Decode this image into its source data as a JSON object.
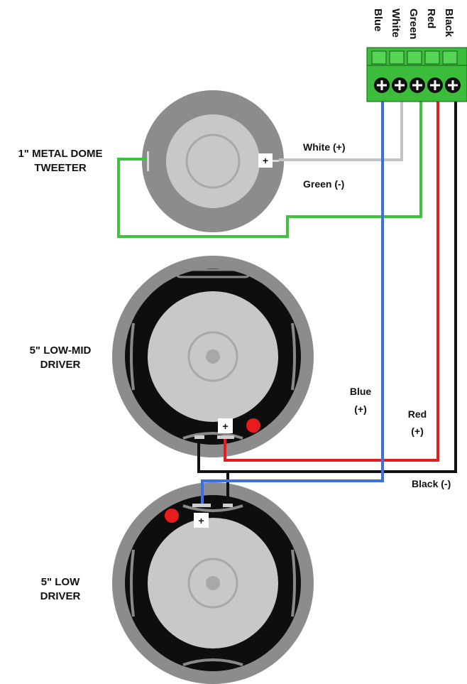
{
  "terminal_block": {
    "color": "#3bbd3b",
    "terminals": [
      "Blue",
      "White",
      "Green",
      "Red",
      "Black"
    ]
  },
  "speakers": {
    "tweeter": {
      "label_line1": "1\" METAL DOME",
      "label_line2": "TWEETER"
    },
    "low_mid": {
      "label_line1": "5\" LOW-MID",
      "label_line2": "DRIVER"
    },
    "low": {
      "label_line1": "5\" LOW",
      "label_line2": "DRIVER"
    }
  },
  "wire_labels": {
    "white": "White (+)",
    "green": "Green (-)",
    "blue_line1": "Blue",
    "blue_line2": "(+)",
    "red_line1": "Red",
    "red_line2": "(+)",
    "black": "Black (-)"
  },
  "plus_symbol": "+",
  "wire_colors": {
    "blue": "#3b6fe8",
    "white": "#c4c4c4",
    "green": "#3dc43d",
    "red": "#e81c1c",
    "black": "#111111"
  }
}
